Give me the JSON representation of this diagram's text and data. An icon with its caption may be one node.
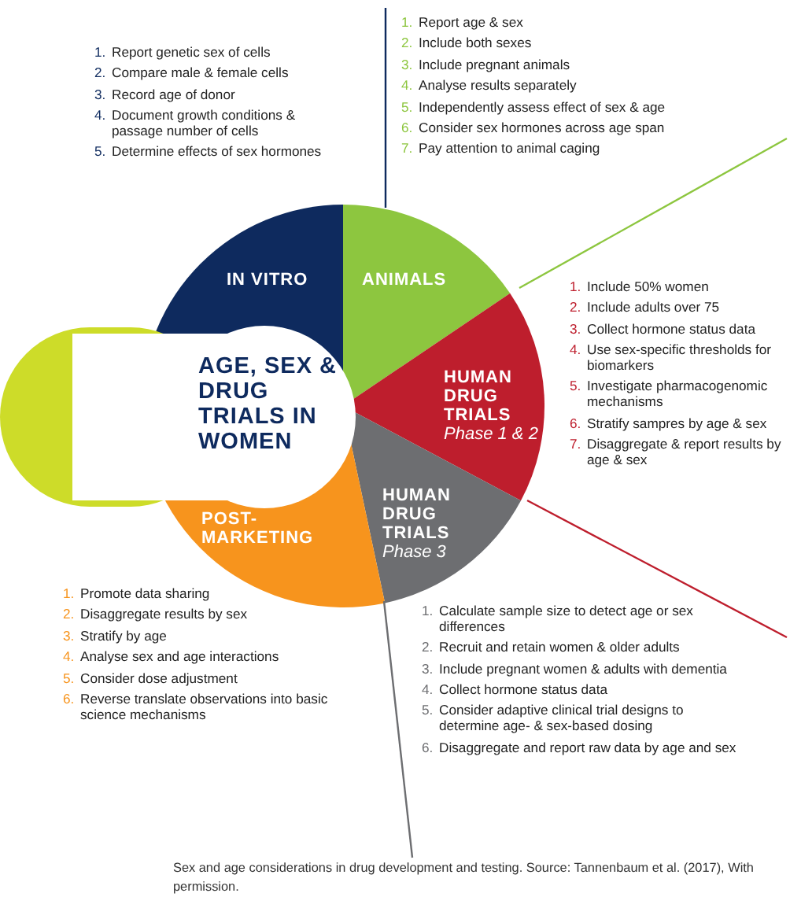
{
  "diagram": {
    "nodes": [
      {
        "text": [
          "AGE, SEX & DRUG TRIALS IN WOMEN"
        ]
      },
      {
        "text": [
          "IN VITRO"
        ]
      },
      {
        "text": [
          "ANIMALS"
        ]
      },
      {
        "text": [
          "HUMAN DRUG TRIALS",
          "Phase 1 & 2"
        ]
      },
      {
        "text": [
          "HUMAN DRUG TRIALS",
          "Phase 3"
        ]
      },
      {
        "text": [
          "POST-MARKETING"
        ]
      },
      {
        "text": [
          "1. Report genetic sex of cells",
          "2. Compare male & female cells",
          "3. Record age of donor",
          "4. Document growth conditions & passage number of cells",
          "5. Determine effects of sex hormones"
        ]
      },
      {
        "text": [
          "1. Report age & sex",
          "2. Include both sexes",
          "3. Include pregnant animals",
          "4. Analyse results separately",
          "5. Independently assess effect of sex & age",
          "6. Consider sex hormones across age span",
          "7. Pay attention to animal caging"
        ]
      },
      {
        "text": [
          "1. Include 50% women",
          "2. Include adults over 75",
          "3. Collect hormone status data",
          "4. Use sex-specific thresholds for biomarkers",
          "5. Investigate pharmacogenomic mechanisms",
          "6. Stratify sampres by age & sex",
          "7. Disaggregate & report results by age & sex"
        ]
      },
      {
        "text": [
          "1. Calculate sample size to detect age or sex differences",
          "2. Recruit and retain women & older adults",
          "3. Include pregnant women & adults with dementia",
          "4. Collect hormone status data",
          "5. Consider adaptive clinical trial designs to determine age- & sex-based dosing",
          "6. Disaggregate and report raw data by age and sex"
        ]
      },
      {
        "text": [
          "1. Promote data sharing",
          "2. Disaggregate results by sex",
          "3. Stratify by age",
          "4. Analyse sex and age interactions",
          "5. Consider dose adjustment",
          "6. Reverse translate observations into basic science mechanisms"
        ]
      }
    ],
    "caption": "Sex and age considerations in drug development and testing. Source: Tannenbaum et al. (2017), With permission."
  }
}
